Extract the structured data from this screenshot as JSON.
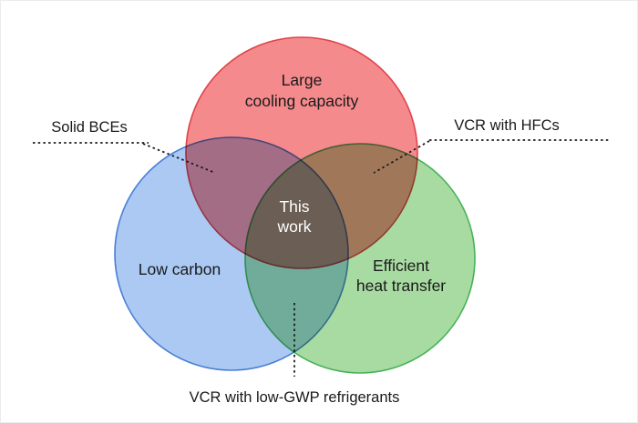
{
  "background": "#ffffff",
  "diagram": {
    "type": "venn",
    "label_color": "#1a1a1a",
    "leader_color": "#1b1b1b",
    "center_label_color": "#ffffff",
    "center_label_lines": [
      "This",
      "work"
    ],
    "circles": [
      {
        "id": "large-cooling-capacity",
        "label_lines": [
          "Large",
          "cooling capacity"
        ],
        "fill": "#f48a8c",
        "stroke": "#e04348"
      },
      {
        "id": "low-carbon",
        "label_lines": [
          "Low carbon",
          ""
        ],
        "fill": "#abc9f2",
        "stroke": "#4a7fd6"
      },
      {
        "id": "efficient-heat-transfer",
        "label_lines": [
          "Efficient",
          "heat transfer"
        ],
        "fill": "#a8dba2",
        "stroke": "#47b257"
      }
    ],
    "annotations": {
      "left": {
        "text": "Solid BCEs"
      },
      "right": {
        "text": "VCR with HFCs"
      },
      "bottom": {
        "text": "VCR with low-GWP refrigerants"
      }
    }
  }
}
